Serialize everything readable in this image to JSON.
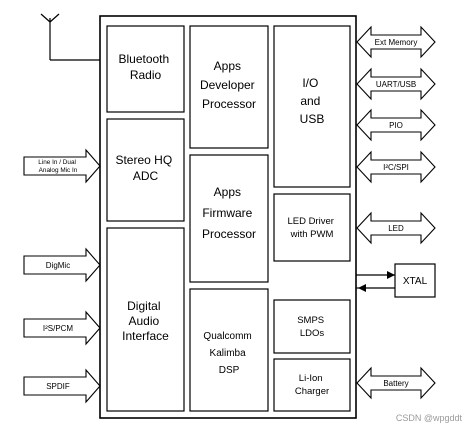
{
  "blocks": {
    "bluetooth": [
      "Bluetooth",
      "Radio"
    ],
    "stereo_adc": [
      "Stereo HQ",
      "ADC"
    ],
    "digital_audio": [
      "Digital",
      "Audio",
      "Interface"
    ],
    "apps_dev": [
      "Apps",
      "Developer",
      "Processor"
    ],
    "apps_fw": [
      "Apps",
      "Firmware",
      "Processor"
    ],
    "kalimba": [
      "Qualcomm",
      "Kalimba",
      "DSP"
    ],
    "io_usb": [
      "I/O",
      "and",
      "USB"
    ],
    "led_driver": [
      "LED Driver",
      "with PWM"
    ],
    "smps": [
      "SMPS",
      "LDOs"
    ],
    "charger": [
      "Li-Ion",
      "Charger"
    ]
  },
  "left_ports": {
    "line_in": [
      "Line In / Dual",
      "Analog Mic In"
    ],
    "digmic": "DigMic",
    "i2s": "I²S/PCM",
    "spdif": "SPDIF"
  },
  "right_ports": {
    "ext_memory": "Ext Memory",
    "uart_usb": "UART/USB",
    "pio": "PIO",
    "i2c_spi": "I²C/SPI",
    "led": "LED",
    "battery": "Battery"
  },
  "xtal": "XTAL",
  "watermark": "CSDN @wpgddt"
}
